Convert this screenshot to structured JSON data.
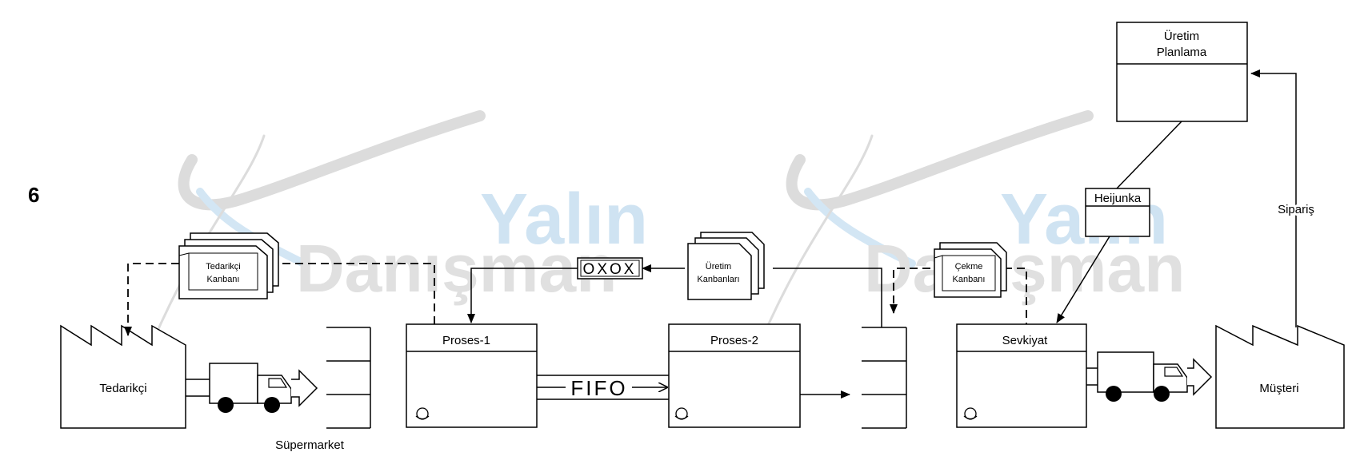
{
  "page_number": "6",
  "watermark": {
    "line1": "Yalın",
    "line2": "Danışman"
  },
  "nodes": {
    "supplier": "Tedarikçi",
    "customer": "Müşteri",
    "supermarket": "Süpermarket",
    "process1": "Proses-1",
    "process2": "Proses-2",
    "shipping": "Sevkiyat",
    "planning_line1": "Üretim",
    "planning_line2": "Planlama",
    "heijunka": "Heijunka",
    "order_label": "Sipariş",
    "fifo": "FIFO",
    "oxox": "OXOX"
  },
  "kanbans": {
    "supplier_line1": "Tedarikçi",
    "supplier_line2": "Kanbanı",
    "production_line1": "Üretim",
    "production_line2": "Kanbanları",
    "pull_line1": "Çekme",
    "pull_line2": "Kanbanı"
  },
  "colors": {
    "line": "#000000",
    "watermark_blue": "#cfe3f2",
    "watermark_gray": "#e0e0e0"
  }
}
